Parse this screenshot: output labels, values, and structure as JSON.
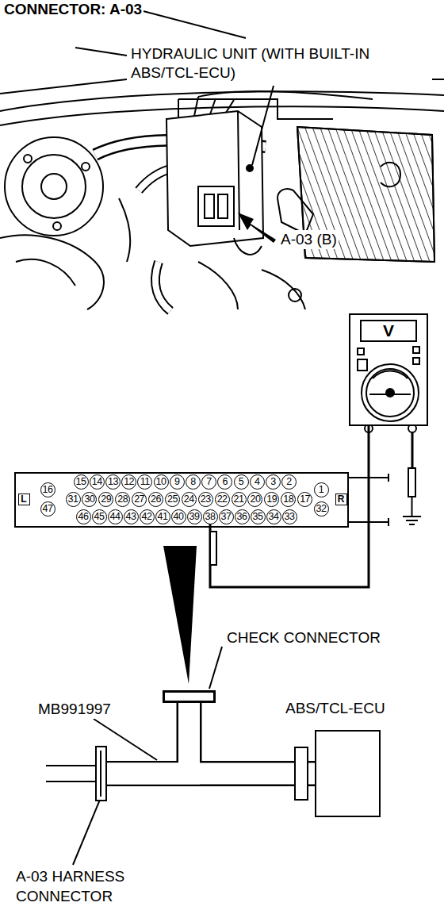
{
  "diagram": {
    "title": "CONNECTOR: A-03",
    "nodes": [
      {
        "text": [
          "V"
        ]
      },
      {
        "text": []
      },
      {
        "text": [
          "15"
        ],
        "in": 1
      },
      {
        "text": [
          "14"
        ],
        "in": 1
      },
      {
        "text": [
          "13"
        ],
        "in": 1
      },
      {
        "text": [
          "12"
        ],
        "in": 1
      },
      {
        "text": [
          "11"
        ],
        "in": 1
      },
      {
        "text": [
          "10"
        ],
        "in": 1
      },
      {
        "text": [
          "9"
        ],
        "in": 1
      },
      {
        "text": [
          "8"
        ],
        "in": 1
      },
      {
        "text": [
          "7"
        ],
        "in": 1
      },
      {
        "text": [
          "6"
        ],
        "in": 1
      },
      {
        "text": [
          "5"
        ],
        "in": 1
      },
      {
        "text": [
          "4"
        ],
        "in": 1
      },
      {
        "text": [
          "3"
        ],
        "in": 1
      },
      {
        "text": [
          "2"
        ],
        "in": 1
      },
      {
        "text": [
          "16"
        ],
        "in": 1
      },
      {
        "text": [
          "1"
        ],
        "in": 1
      },
      {
        "text": [
          "L"
        ],
        "in": 1
      },
      {
        "text": [
          "31"
        ],
        "in": 1
      },
      {
        "text": [
          "30"
        ],
        "in": 1
      },
      {
        "text": [
          "29"
        ],
        "in": 1
      },
      {
        "text": [
          "28"
        ],
        "in": 1
      },
      {
        "text": [
          "27"
        ],
        "in": 1
      },
      {
        "text": [
          "26"
        ],
        "in": 1
      },
      {
        "text": [
          "25"
        ],
        "in": 1
      },
      {
        "text": [
          "24"
        ],
        "in": 1
      },
      {
        "text": [
          "23"
        ],
        "in": 1
      },
      {
        "text": [
          "22"
        ],
        "in": 1
      },
      {
        "text": [
          "21"
        ],
        "in": 1
      },
      {
        "text": [
          "20"
        ],
        "in": 1
      },
      {
        "text": [
          "19"
        ],
        "in": 1
      },
      {
        "text": [
          "18"
        ],
        "in": 1
      },
      {
        "text": [
          "17"
        ],
        "in": 1
      },
      {
        "text": [
          "R"
        ],
        "in": 1
      },
      {
        "text": [
          "47"
        ],
        "in": 1
      },
      {
        "text": [
          "32"
        ],
        "in": 1
      },
      {
        "text": [
          "46"
        ],
        "in": 1
      },
      {
        "text": [
          "45"
        ],
        "in": 1
      },
      {
        "text": [
          "44"
        ],
        "in": 1
      },
      {
        "text": [
          "43"
        ],
        "in": 1
      },
      {
        "text": [
          "42"
        ],
        "in": 1
      },
      {
        "text": [
          "41"
        ],
        "in": 1
      },
      {
        "text": [
          "40"
        ],
        "in": 1
      },
      {
        "text": [
          "39"
        ],
        "in": 1
      },
      {
        "text": [
          "38"
        ],
        "in": 1
      },
      {
        "text": [
          "37"
        ],
        "in": 1
      },
      {
        "text": [
          "36"
        ],
        "in": 1
      },
      {
        "text": [
          "35"
        ],
        "in": 1
      },
      {
        "text": [
          "34"
        ],
        "in": 1
      },
      {
        "text": [
          "33"
        ],
        "in": 1
      },
      {
        "text": [
          "CHECK CONNECTOR"
        ]
      },
      {
        "text": [
          "A-03 HARNESS CONNECTOR"
        ]
      },
      {
        "text": [
          "ABS/TCL-ECU"
        ]
      }
    ],
    "edges": [
      {
        "from": 0,
        "to": 45,
        "arrow": "none"
      },
      {
        "from": 52,
        "to": 53,
        "arrow": "none"
      },
      {
        "from": 52,
        "to": 51,
        "arrow": "none"
      }
    ],
    "labels": [
      "HYDRAULIC UNIT (WITH BUILT-IN ABS/TCL-ECU)",
      "A-03 (B)",
      "MB991997"
    ]
  }
}
